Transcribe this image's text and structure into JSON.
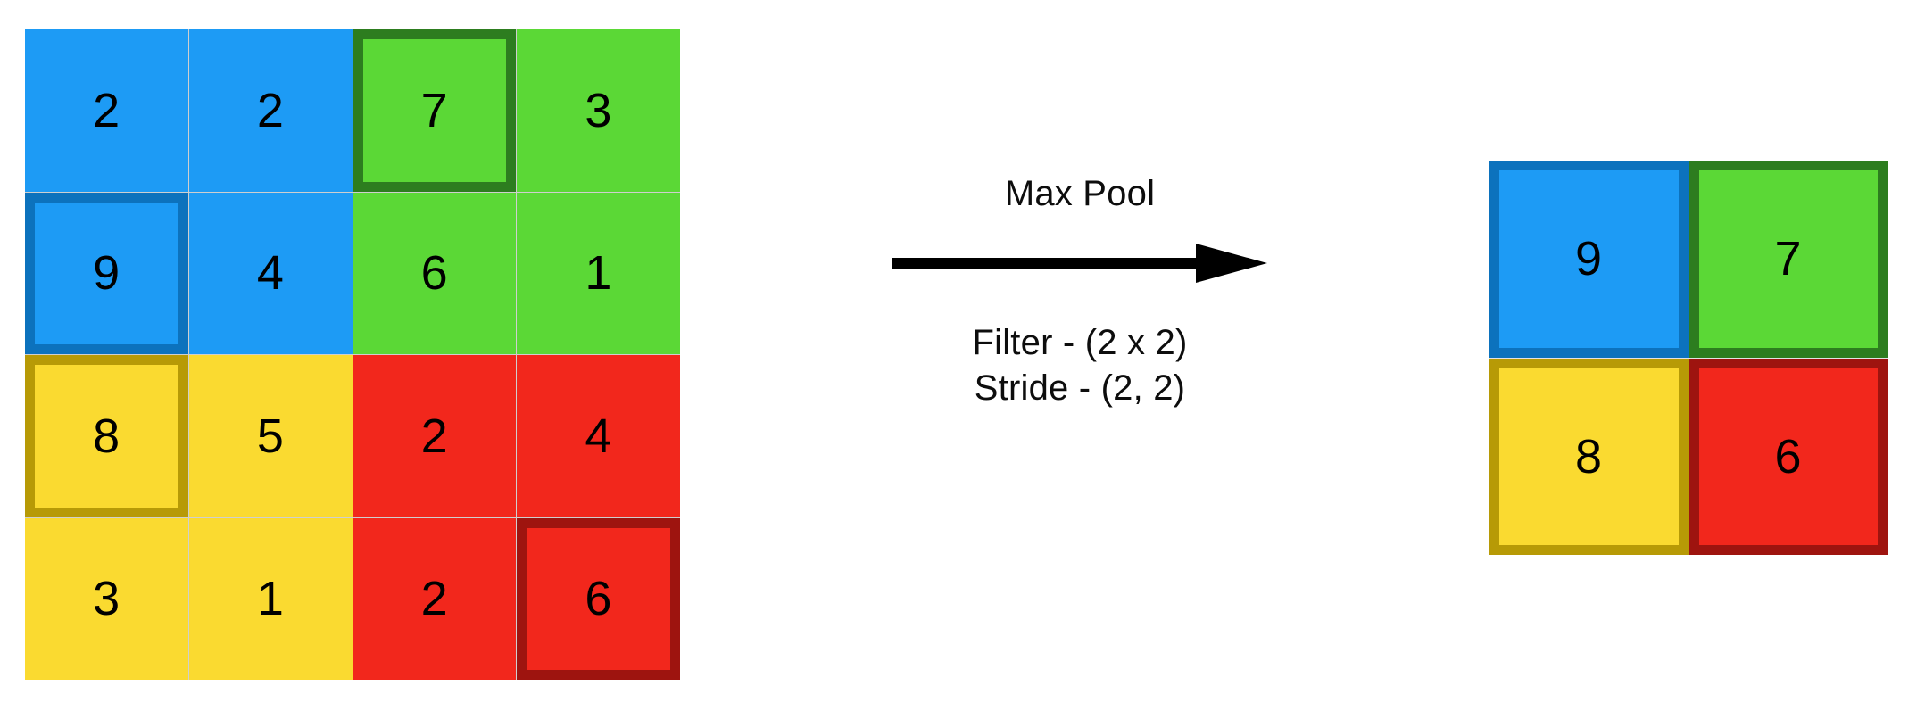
{
  "palette": {
    "blue_fill": "#1d9bf5",
    "blue_border": "#0c72bd",
    "green_fill": "#5bd836",
    "green_border": "#2d7d1f",
    "yellow_fill": "#fada30",
    "yellow_border": "#b79a06",
    "red_fill": "#f2271c",
    "red_border": "#9e140f",
    "grid_line": "#cfcfcf",
    "text": "#000000"
  },
  "input_matrix": {
    "rows": 4,
    "cols": 4,
    "cells": [
      {
        "value": "2",
        "group": "blue",
        "highlighted": false
      },
      {
        "value": "2",
        "group": "blue",
        "highlighted": false
      },
      {
        "value": "7",
        "group": "green",
        "highlighted": true
      },
      {
        "value": "3",
        "group": "green",
        "highlighted": false
      },
      {
        "value": "9",
        "group": "blue",
        "highlighted": true
      },
      {
        "value": "4",
        "group": "blue",
        "highlighted": false
      },
      {
        "value": "6",
        "group": "green",
        "highlighted": false
      },
      {
        "value": "1",
        "group": "green",
        "highlighted": false
      },
      {
        "value": "8",
        "group": "yellow",
        "highlighted": true
      },
      {
        "value": "5",
        "group": "yellow",
        "highlighted": false
      },
      {
        "value": "2",
        "group": "red",
        "highlighted": false
      },
      {
        "value": "4",
        "group": "red",
        "highlighted": false
      },
      {
        "value": "3",
        "group": "yellow",
        "highlighted": false
      },
      {
        "value": "1",
        "group": "yellow",
        "highlighted": false
      },
      {
        "value": "2",
        "group": "red",
        "highlighted": false
      },
      {
        "value": "6",
        "group": "red",
        "highlighted": true
      }
    ]
  },
  "transform": {
    "operation_label": "Max Pool",
    "arrow_icon": "right-arrow-icon",
    "params": [
      "Filter - (2 x 2)",
      "Stride - (2, 2)"
    ]
  },
  "output_matrix": {
    "rows": 2,
    "cols": 2,
    "cells": [
      {
        "value": "9",
        "group": "blue",
        "highlighted": true
      },
      {
        "value": "7",
        "group": "green",
        "highlighted": true
      },
      {
        "value": "8",
        "group": "yellow",
        "highlighted": true
      },
      {
        "value": "6",
        "group": "red",
        "highlighted": true
      }
    ]
  },
  "chart_data": {
    "type": "heatmap",
    "title": "Max Pool",
    "annotations": [
      "Max Pool",
      "Filter - (2 x 2)",
      "Stride - (2, 2)"
    ],
    "input": [
      [
        2,
        2,
        7,
        3
      ],
      [
        9,
        4,
        6,
        1
      ],
      [
        8,
        5,
        2,
        4
      ],
      [
        3,
        1,
        2,
        6
      ]
    ],
    "output": [
      [
        9,
        7
      ],
      [
        8,
        6
      ]
    ],
    "pool_size": [
      2,
      2
    ],
    "stride": [
      2,
      2
    ],
    "quadrant_colors": [
      "blue",
      "green",
      "yellow",
      "red"
    ],
    "max_positions": [
      [
        0,
        2
      ],
      [
        1,
        0
      ],
      [
        2,
        0
      ],
      [
        3,
        3
      ]
    ]
  }
}
